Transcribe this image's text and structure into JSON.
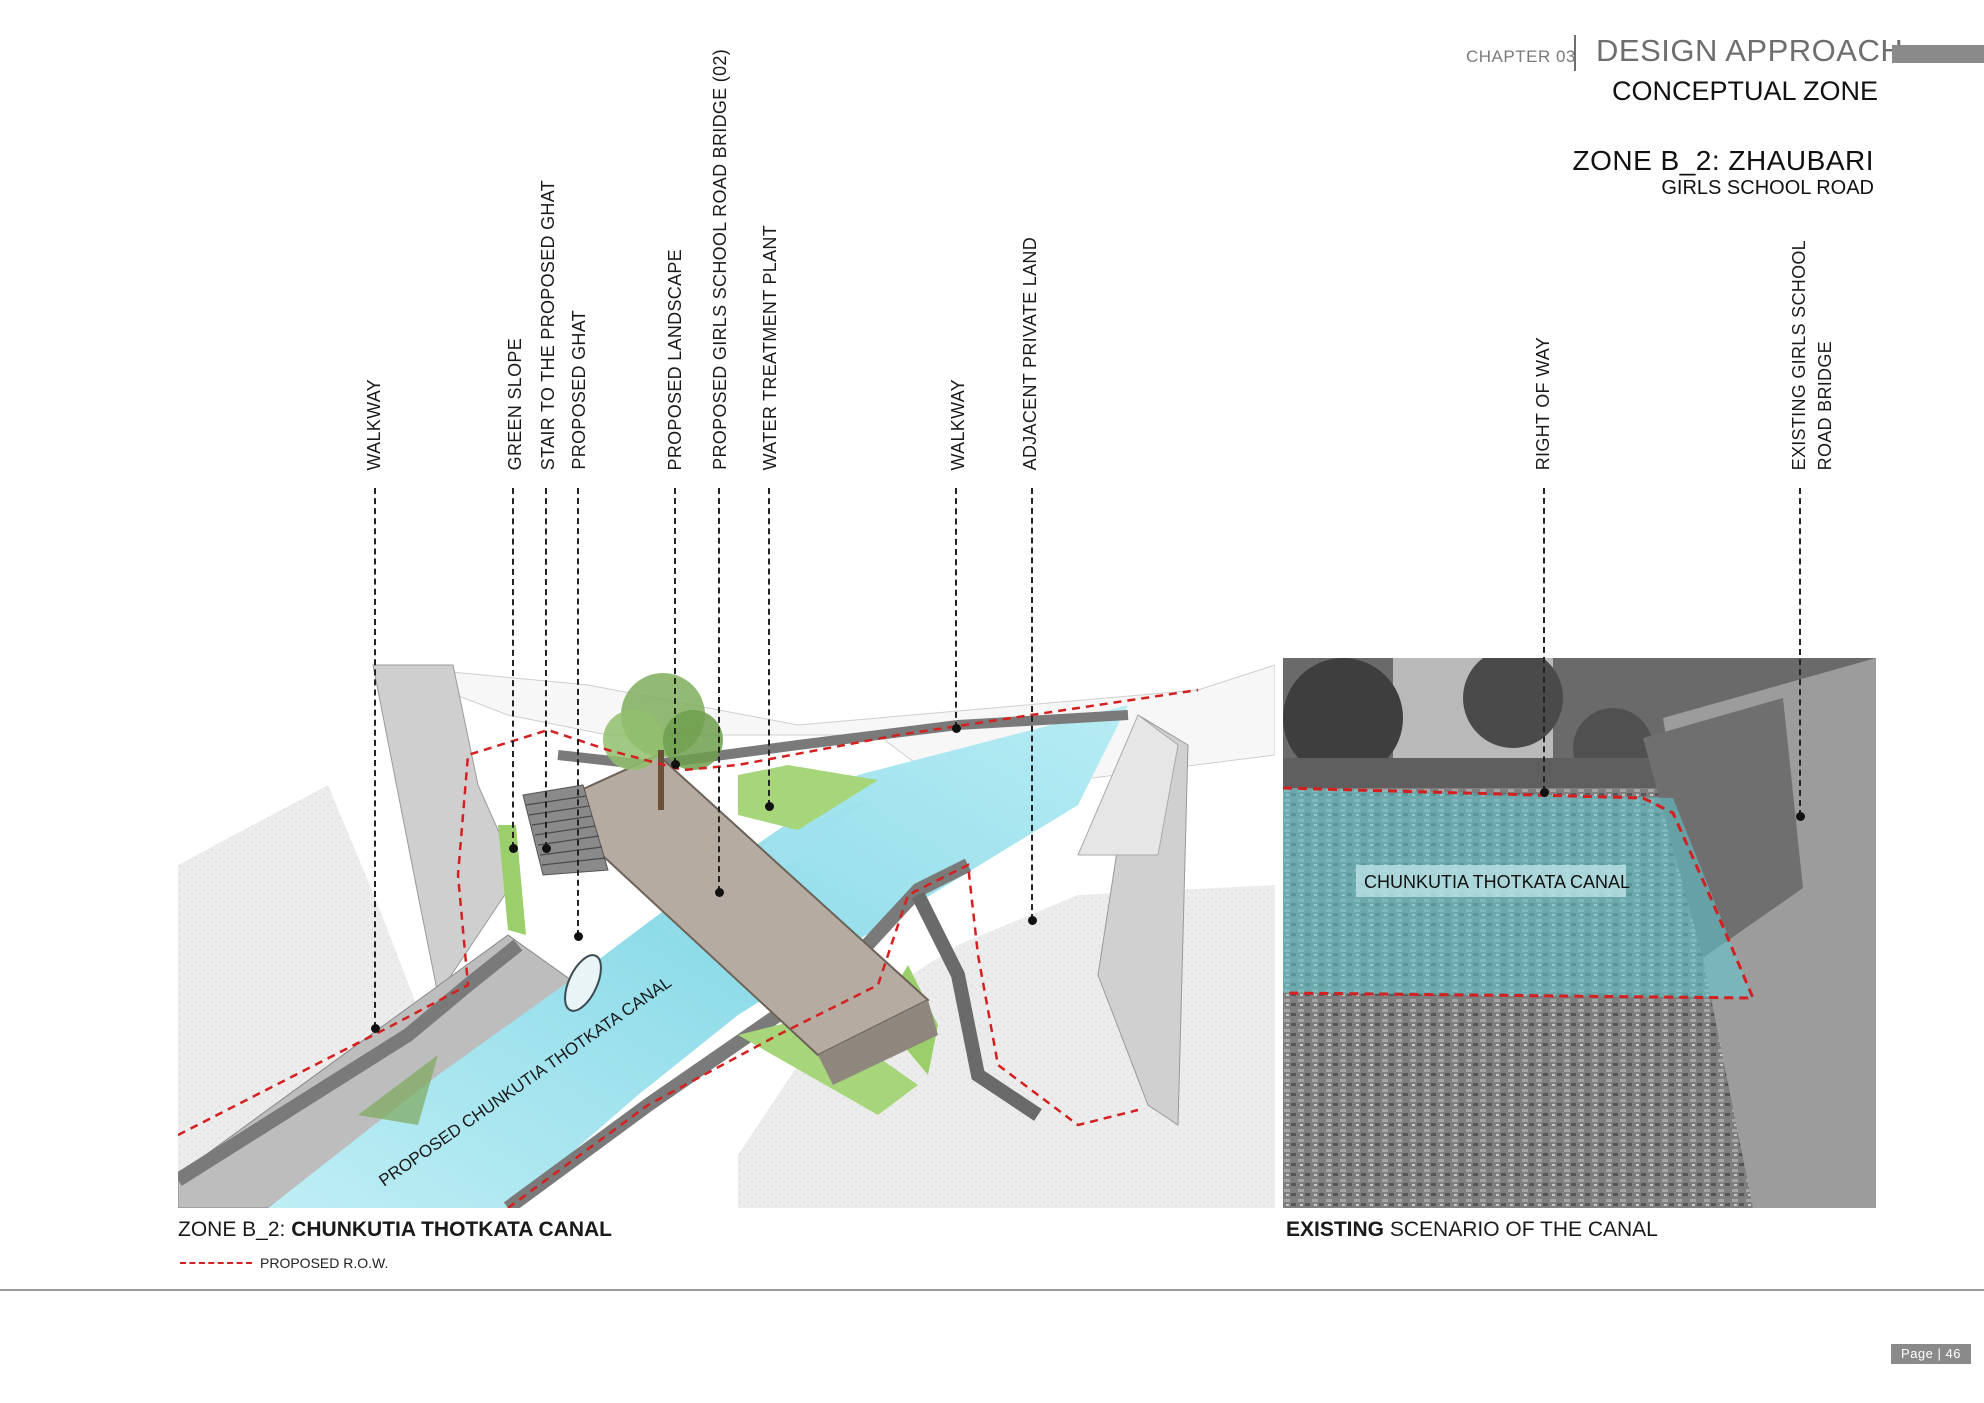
{
  "header": {
    "chapter": "CHAPTER 03",
    "section": "DESIGN APPROACH",
    "subsection": "CONCEPTUAL ZONE"
  },
  "zone": {
    "title": "ZONE B_2: ZHAUBARI",
    "subtitle": "GIRLS SCHOOL ROAD"
  },
  "labels": [
    "WALKWAY",
    "GREEN SLOPE",
    "STAIR TO THE PROPOSED GHAT",
    "PROPOSED GHAT",
    "PROPOSED LANDSCAPE",
    "PROPOSED GIRLS SCHOOL ROAD BRIDGE (02)",
    "WATER TREATMENT PLANT",
    "WALKWAY",
    "ADJACENT PRIVATE LAND",
    "RIGHT OF WAY",
    "EXISTING GIRLS SCHOOL\nROAD BRIDGE"
  ],
  "drawing": {
    "canal_label": "PROPOSED CHUNKUTIA THOTKATA CANAL"
  },
  "photo": {
    "canal_label": "CHUNKUTIA THOTKATA CANAL"
  },
  "captions": {
    "left_prefix": "ZONE B_2: ",
    "left_bold": "CHUNKUTIA THOTKATA CANAL",
    "right_bold": "EXISTING",
    "right_rest": " SCENARIO OF THE CANAL"
  },
  "legend": {
    "label": "PROPOSED R.O.W.",
    "color": "#d42020"
  },
  "page": "Page | 46"
}
